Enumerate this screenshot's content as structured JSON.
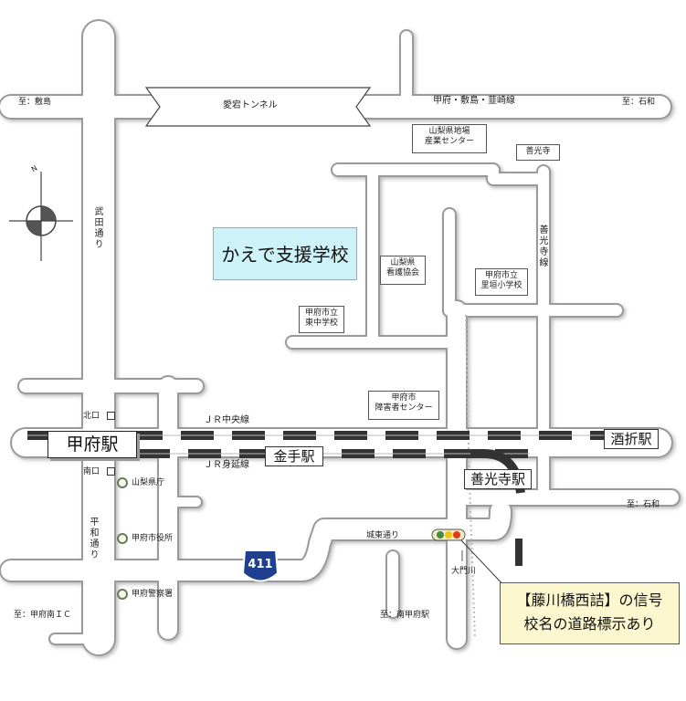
{
  "destination": "かえで支援学校",
  "stations": {
    "kofu": "甲府駅",
    "kanete": "金手駅",
    "zenkoji": "善光寺駅",
    "sakaori": "酒折駅"
  },
  "station_exits": {
    "north": "北口",
    "south": "南口"
  },
  "landmarks": {
    "industry_center": "山梨県地場\n産業センター",
    "zenkoji_temple": "善光寺",
    "nursing_assoc": "山梨県\n看護協会",
    "satogaki_elem": "甲府市立\n里垣小学校",
    "higashi_junior": "甲府市立\n東中学校",
    "disability_center": "甲府市\n障害者センター",
    "pref_office": "山梨県庁",
    "city_hall": "甲府市役所",
    "police": "甲府警察署"
  },
  "roads": {
    "tunnel": "愛宕トンネル",
    "route_kofu": "甲府・敷島・韮崎線",
    "takeda": "武田通り",
    "heiwa": "平和通り",
    "zenkoji_line": "善光寺線",
    "joto": "城東通り",
    "route_num": "411"
  },
  "rail": {
    "chuo": "ＪＲ中央線",
    "minobu": "ＪＲ身延線"
  },
  "river": "大門川",
  "directions": {
    "shikishima": "至：敷島",
    "isawa_top": "至：石和",
    "isawa_bottom": "至：石和",
    "kofu_minami_ic": "至：甲府南ＩＣ",
    "minami_kofu": "至：南甲府駅"
  },
  "callout": {
    "line1": "【藤川橋西詰】の信号",
    "line2": "校名の道路標示あり"
  },
  "colors": {
    "road_fill": "#ffffff",
    "road_edge": "#9a9a9a",
    "rail_dark": "#333333",
    "rail_light": "#e8e8e8",
    "destination_bg": "#cdf3f9",
    "callout_bg": "#fcf7cf",
    "route_shield": "#1f3f8f",
    "signal_red": "#e53b1d",
    "signal_yellow": "#f1c40f",
    "signal_green": "#3e8e3b"
  },
  "icons": [
    "compass-icon",
    "route-shield-icon",
    "traffic-signal-icon",
    "facility-dot-icon"
  ]
}
